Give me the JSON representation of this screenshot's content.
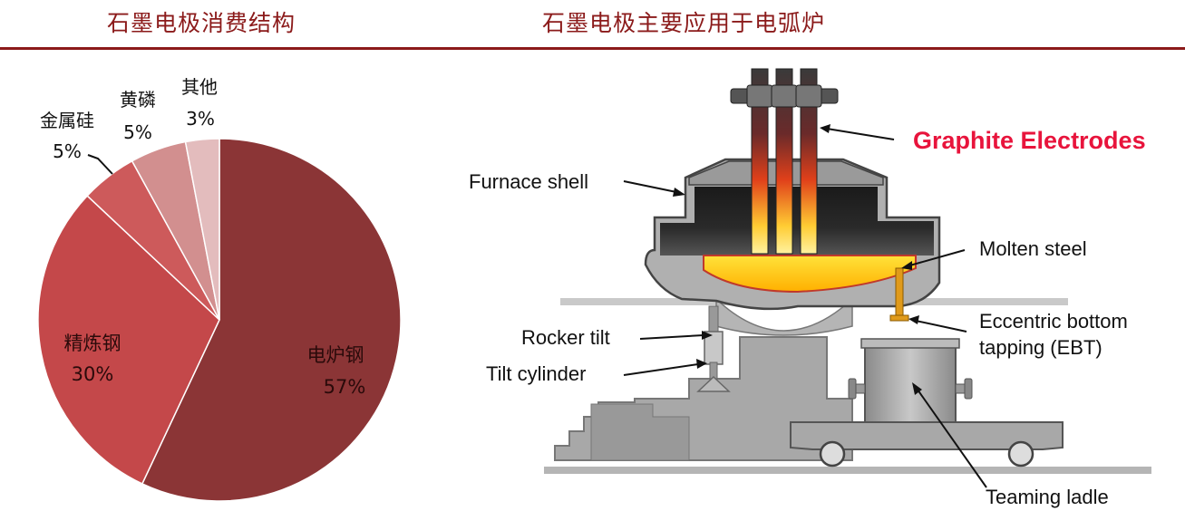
{
  "header": {
    "left_title": "石墨电极消费结构",
    "right_title": "石墨电极主要应用于电弧炉"
  },
  "pie": {
    "slices": [
      {
        "label": "电炉钢",
        "pct": "57%",
        "value": 57,
        "color": "#8b3536"
      },
      {
        "label": "精炼钢",
        "pct": "30%",
        "value": 30,
        "color": "#c4484a"
      },
      {
        "label": "金属硅",
        "pct": "5%",
        "value": 5,
        "color": "#cd5a5b"
      },
      {
        "label": "黄磷",
        "pct": "5%",
        "value": 5,
        "color": "#d28f8f"
      },
      {
        "label": "其他",
        "pct": "3%",
        "value": 3,
        "color": "#e3bcbd"
      }
    ]
  },
  "diagram": {
    "graphite_electrodes": "Graphite Electrodes",
    "furnace_shell": "Furnace shell",
    "molten_steel": "Molten steel",
    "rocker_tilt": "Rocker tilt",
    "tilt_cylinder": "Tilt cylinder",
    "ebt_line1": "Eccentric bottom",
    "ebt_line2": "tapping (EBT)",
    "teaming_ladle": "Teaming ladle"
  }
}
